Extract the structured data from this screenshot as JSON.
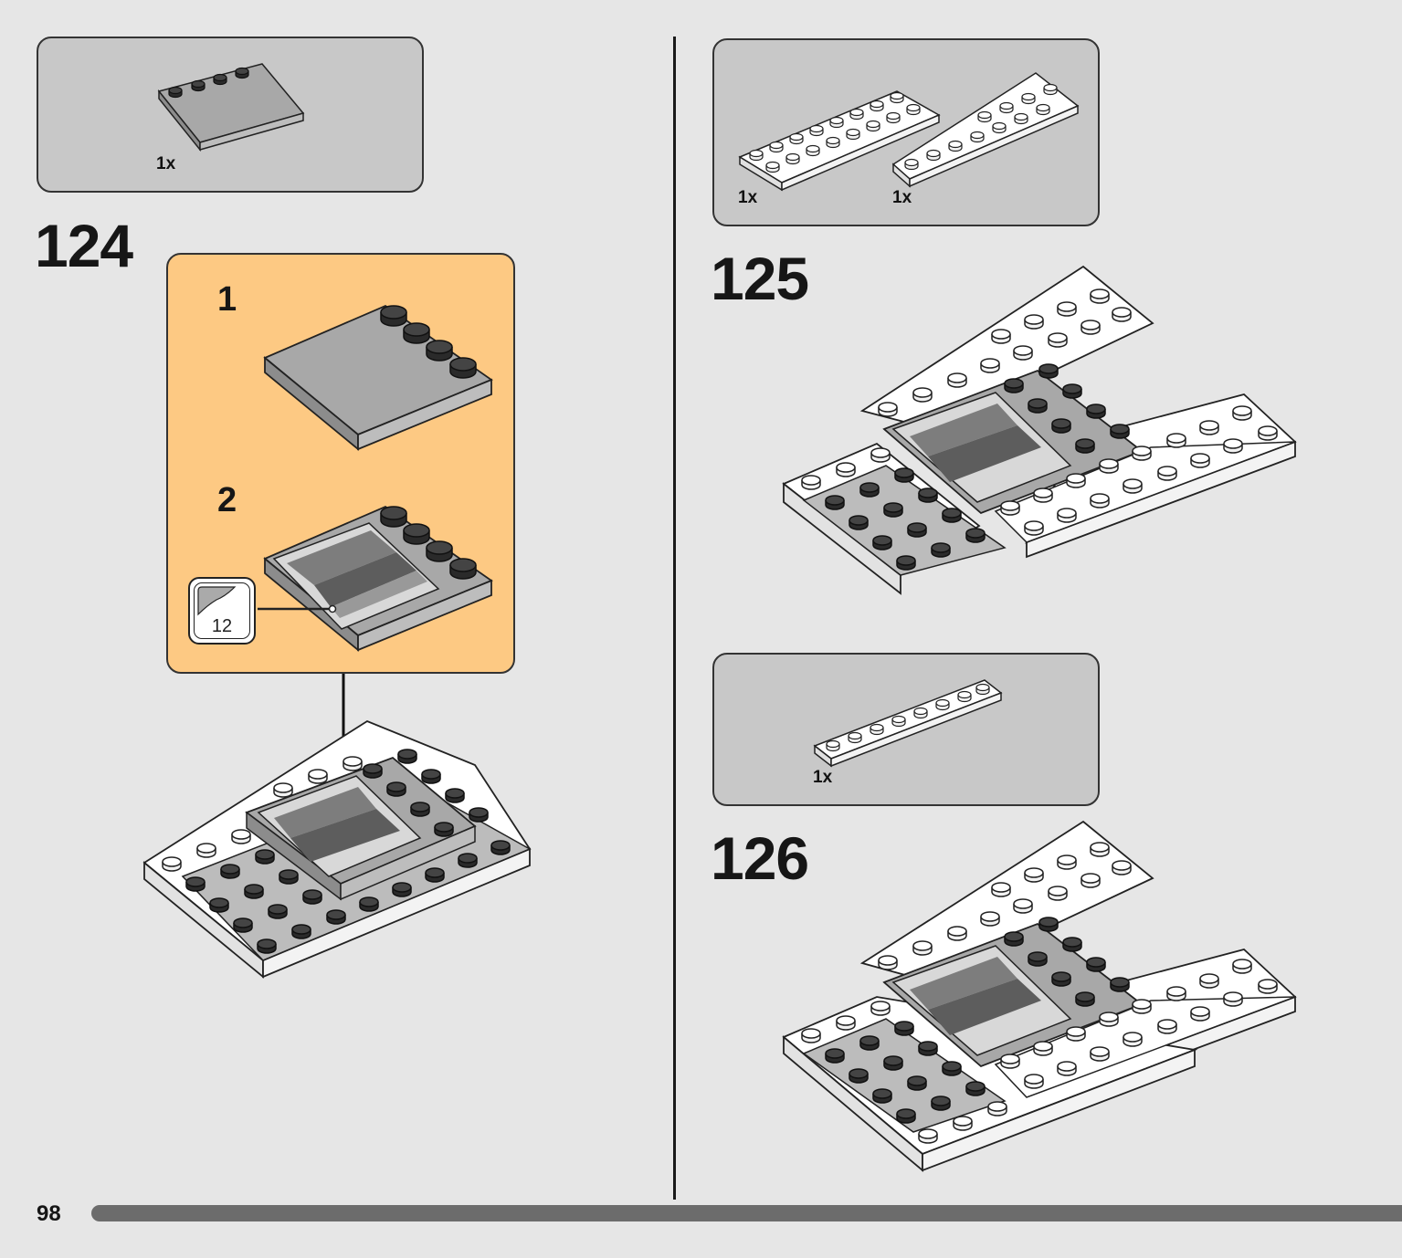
{
  "page": {
    "number": "98"
  },
  "steps": [
    {
      "number": "124",
      "parts": [
        {
          "qty": "1x"
        }
      ]
    },
    {
      "number": "125",
      "parts": [
        {
          "qty": "1x"
        },
        {
          "qty": "1x"
        }
      ]
    },
    {
      "number": "126",
      "parts": [
        {
          "qty": "1x"
        }
      ]
    }
  ],
  "substeps": [
    {
      "number": "1"
    },
    {
      "number": "2"
    }
  ],
  "sticker": {
    "number": "12"
  },
  "colors": {
    "page_bg": "#e6e6e6",
    "parts_box": "#c8c8c8",
    "substep_box": "#fdc983",
    "dark_stud": "#3a3a3a",
    "white_brick": "#ffffff",
    "grey_tile": "#a8a8a8"
  }
}
